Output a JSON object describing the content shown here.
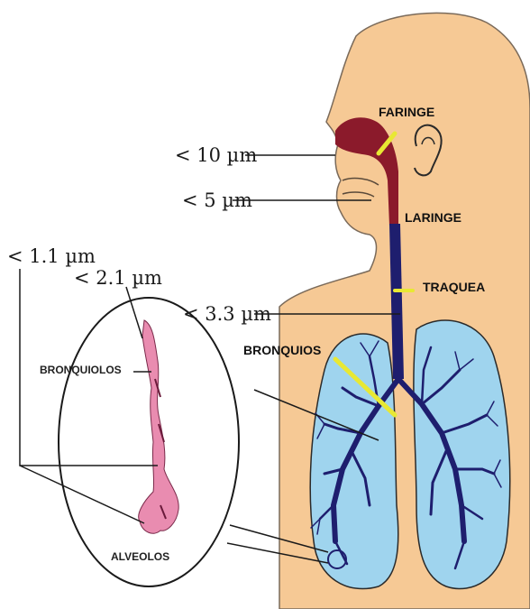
{
  "labels": {
    "faringe": "FARINGE",
    "laringe": "LARINGE",
    "traquea": "TRAQUEA",
    "bronquios": "BRONQUIOS",
    "bronquiolos": "BRONQUIOLOS",
    "alveolos": "ALVEOLOS"
  },
  "sizes": {
    "s10": "< 10 µm",
    "s5": "< 5 µm",
    "s33": "< 3.3 µm",
    "s21": "< 2.1 µm",
    "s11": "< 1.1 µm"
  },
  "colors": {
    "skin": "#F6C995",
    "skin_outline": "#7a6a5a",
    "nasal_cavity": "#8B1A2B",
    "airway": "#1E1E6E",
    "lung": "#9FD4EE",
    "pointer": "#E8E833",
    "bronchiole": "#E98CB0"
  }
}
